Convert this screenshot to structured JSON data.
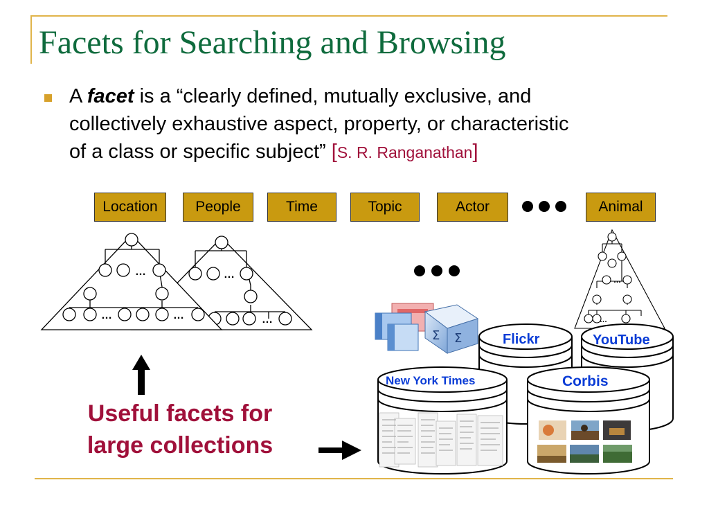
{
  "slide": {
    "title": "Facets for Searching and Browsing",
    "bullet": {
      "prefix": "A ",
      "term": "facet",
      "line1_rest": " is a “clearly defined, mutually exclusive, and",
      "line2": "collectively exhaustive aspect, property, or characteristic",
      "line3": "of a class or specific subject” ",
      "cite_open": "[",
      "cite_author": "S. R. Ranganathan",
      "cite_close": "]"
    },
    "facets": [
      "Location",
      "People",
      "Time",
      "Topic",
      "Actor",
      "Animal"
    ],
    "ellipsis": "…",
    "caption": [
      "Useful facets for",
      "large collections"
    ],
    "databases": [
      "Flickr",
      "YouTube",
      "New York Times",
      "Corbis"
    ]
  },
  "colors": {
    "title": "#0f6b3d",
    "facet_fill": "#c99a10",
    "caption": "#a0103a",
    "db_label": "#0a3cd6",
    "rule": "#e0b44a"
  },
  "icons": [
    "bullet-square",
    "ellipsis-dots",
    "up-arrow",
    "right-arrow",
    "cube-stack-icon",
    "database-icon"
  ]
}
